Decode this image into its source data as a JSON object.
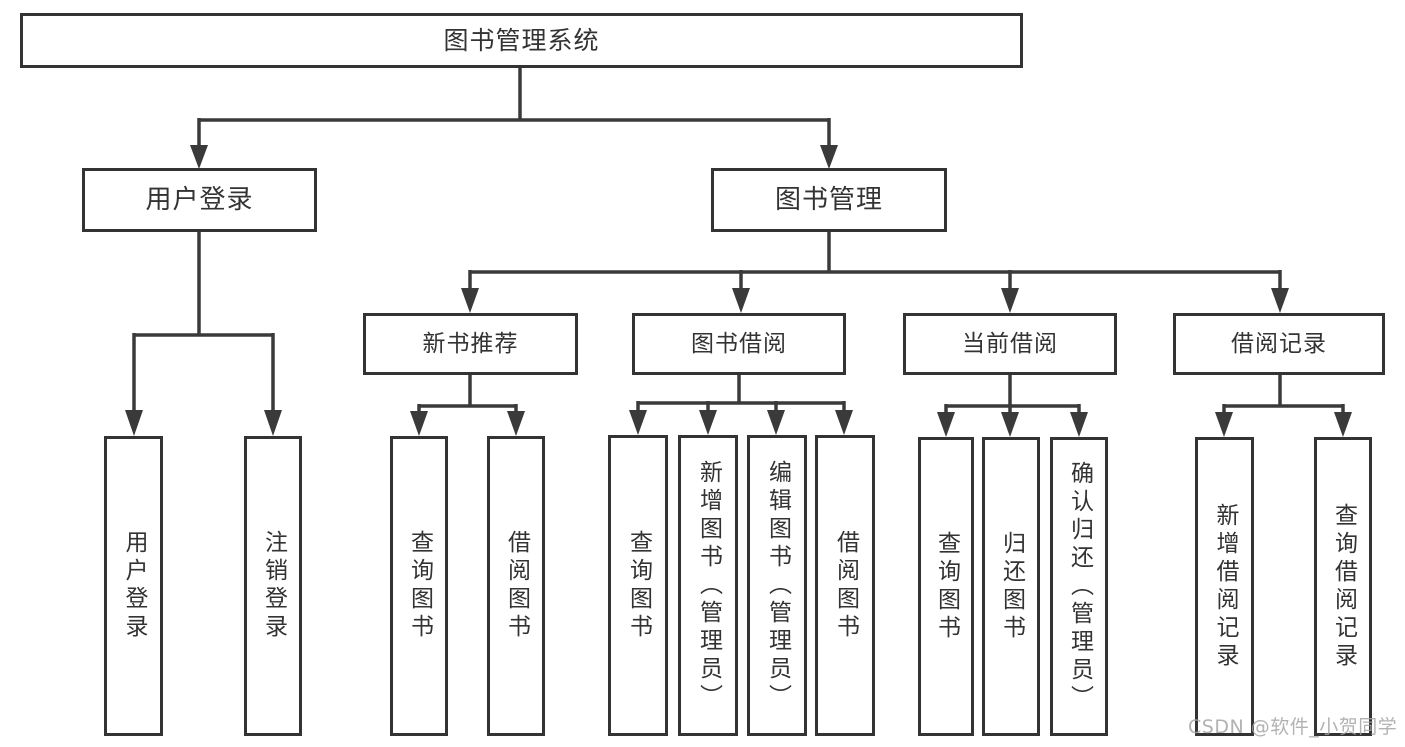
{
  "diagram": {
    "title": "图书管理系统",
    "root": {
      "label": "图书管理系统"
    },
    "level2": [
      {
        "id": "user-login",
        "label": "用户登录"
      },
      {
        "id": "book-management",
        "label": "图书管理"
      }
    ],
    "level3": [
      {
        "id": "new-book-recommend",
        "label": "新书推荐"
      },
      {
        "id": "book-borrowing",
        "label": "图书借阅"
      },
      {
        "id": "current-borrowing",
        "label": "当前借阅"
      },
      {
        "id": "borrowing-records",
        "label": "借阅记录"
      }
    ],
    "leaves": {
      "user_login": [
        {
          "label": "用户登录"
        },
        {
          "label": "注销登录"
        }
      ],
      "new_book_recommend": [
        {
          "label": "查询图书"
        },
        {
          "label": "借阅图书"
        }
      ],
      "book_borrowing": [
        {
          "label": "查询图书"
        },
        {
          "label": "新增图书（管理员）"
        },
        {
          "label": "编辑图书（管理员）"
        },
        {
          "label": "借阅图书"
        }
      ],
      "current_borrowing": [
        {
          "label": "查询图书"
        },
        {
          "label": "归还图书"
        },
        {
          "label": "确认归还（管理员）"
        }
      ],
      "borrowing_records": [
        {
          "label": "新增借阅记录"
        },
        {
          "label": "查询借阅记录"
        }
      ]
    }
  },
  "watermark": "CSDN @软件_小贺同学",
  "colors": {
    "line": "#3a3a3a",
    "box_border": "#333333",
    "text": "#333333",
    "background": "#ffffff",
    "watermark_gray": "#a5a5a5"
  }
}
